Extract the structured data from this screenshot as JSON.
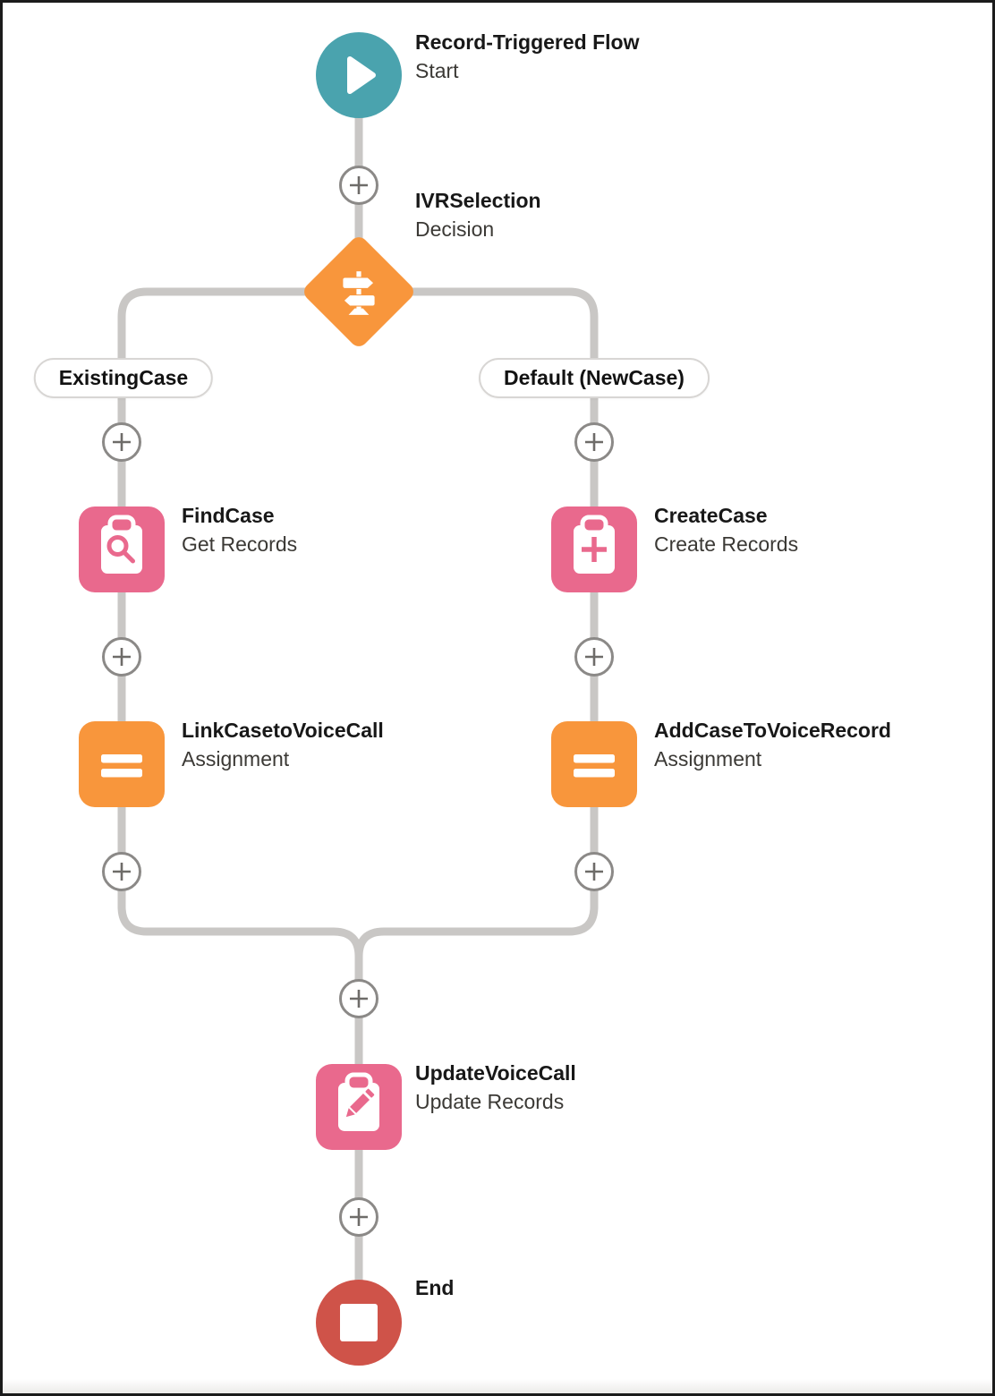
{
  "colors": {
    "teal": "#4AA3AE",
    "orange": "#F8963C",
    "pink": "#E9698D",
    "red": "#CF5349",
    "line": "#C9C7C5",
    "ring": "#8B8987",
    "plus": "#6E6C69",
    "title_text": "#181818",
    "subtitle_text": "#3B3935",
    "pill_border": "#D8D6D4",
    "canvas_border": "#1B1B1B",
    "background": "#FFFFFF"
  },
  "start": {
    "title": "Record-Triggered Flow",
    "subtitle": "Start",
    "icon": "play-icon"
  },
  "decision": {
    "title": "IVRSelection",
    "subtitle": "Decision",
    "icon": "signpost-icon"
  },
  "branch_labels": {
    "left": "ExistingCase",
    "right": "Default (NewCase)"
  },
  "nodes": {
    "find_case": {
      "title": "FindCase",
      "subtitle": "Get Records",
      "icon": "clipboard-search-icon"
    },
    "create_case": {
      "title": "CreateCase",
      "subtitle": "Create Records",
      "icon": "clipboard-add-icon"
    },
    "link_case": {
      "title": "LinkCasetoVoiceCall",
      "subtitle": "Assignment",
      "icon": "equals-icon"
    },
    "add_case": {
      "title": "AddCaseToVoiceRecord",
      "subtitle": "Assignment",
      "icon": "equals-icon"
    },
    "update_voice_call": {
      "title": "UpdateVoiceCall",
      "subtitle": "Update Records",
      "icon": "clipboard-pencil-icon"
    }
  },
  "end": {
    "title": "End",
    "icon": "stop-icon"
  }
}
